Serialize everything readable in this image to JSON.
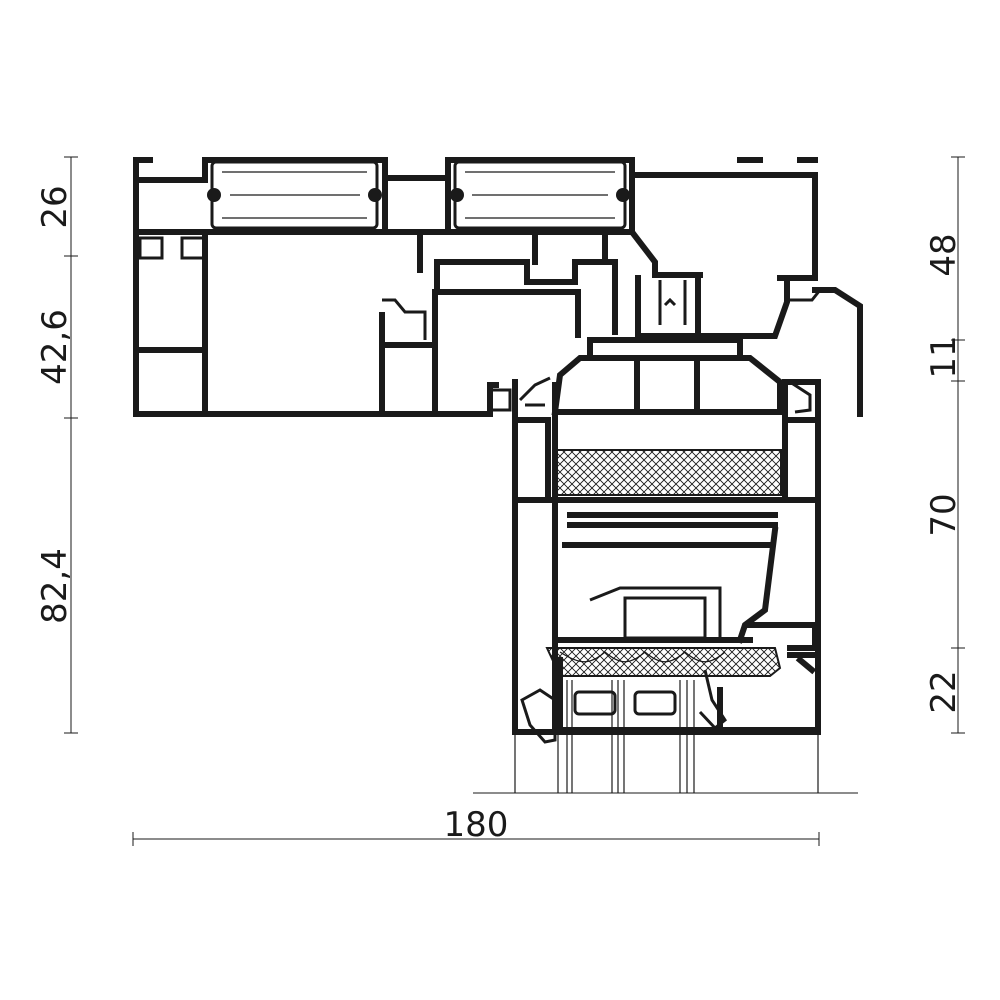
{
  "dimensions": {
    "left": [
      "26",
      "42,6",
      "82,4"
    ],
    "right": [
      "48",
      "11",
      "70",
      "22"
    ],
    "bottom": "180"
  },
  "colors": {
    "line": "#1a1a1a",
    "background": "#ffffff"
  }
}
